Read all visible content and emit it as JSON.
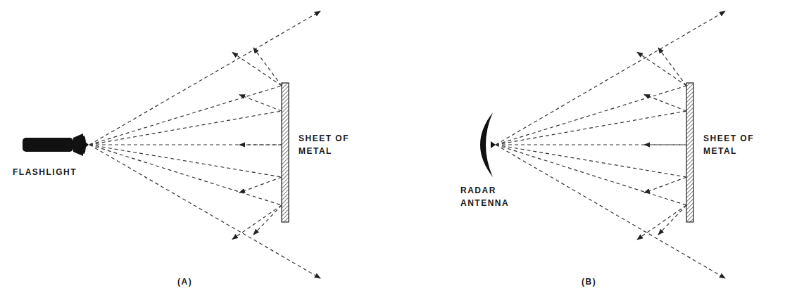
{
  "diagram": {
    "labels": [
      "FLASHLIGHT",
      "SHEET OF METAL",
      "(A)",
      "RADAR ANTENNA",
      "SHEET OF METAL",
      "(B)"
    ]
  }
}
